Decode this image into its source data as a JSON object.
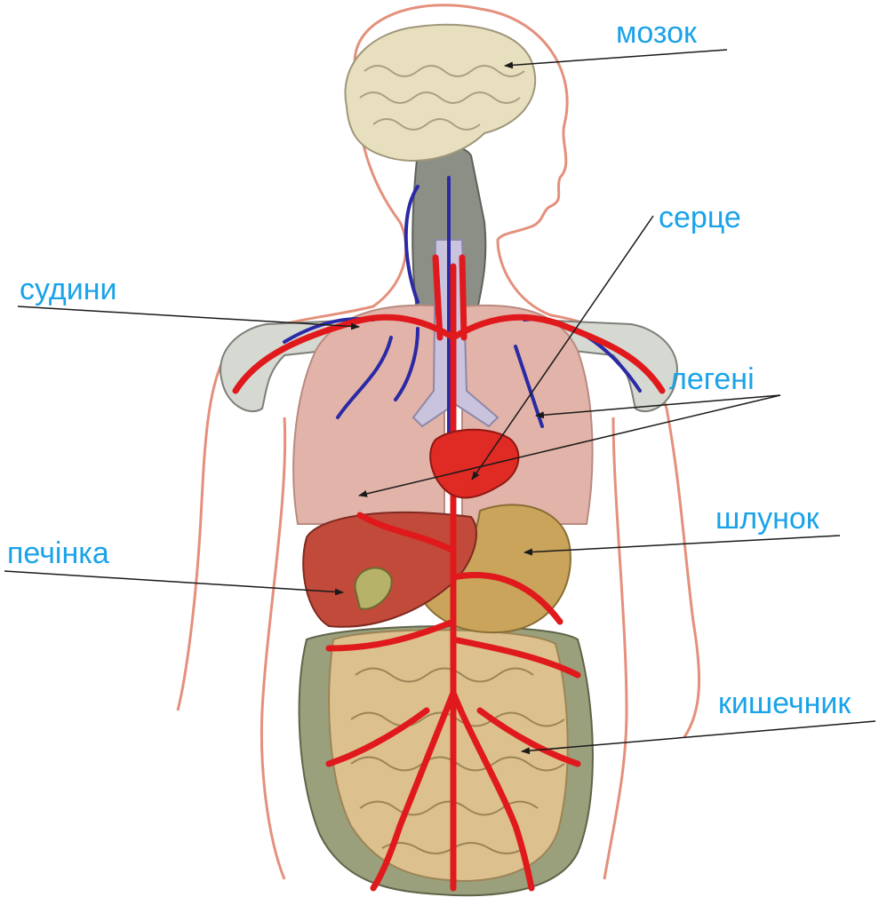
{
  "colors": {
    "label": "#1aa3e8",
    "leader": "#1a1a1a",
    "outline": "#e4907c",
    "artery": "#e0191c",
    "vein": "#2a2aa6",
    "brain": "#e8dfbf",
    "lung": "#e2b3a8",
    "liver": "#c24a3a",
    "stomach": "#c9a45a",
    "intestine": "#dcc08e",
    "heart": "#e02a24",
    "trachea": "#c9c3de",
    "bone": "#d6d8d2"
  },
  "labels": {
    "brain": "мозок",
    "heart": "серце",
    "vessels": "судини",
    "lungs": "легені",
    "stomach": "шлунок",
    "liver": "печінка",
    "intestine": "кишечник"
  }
}
